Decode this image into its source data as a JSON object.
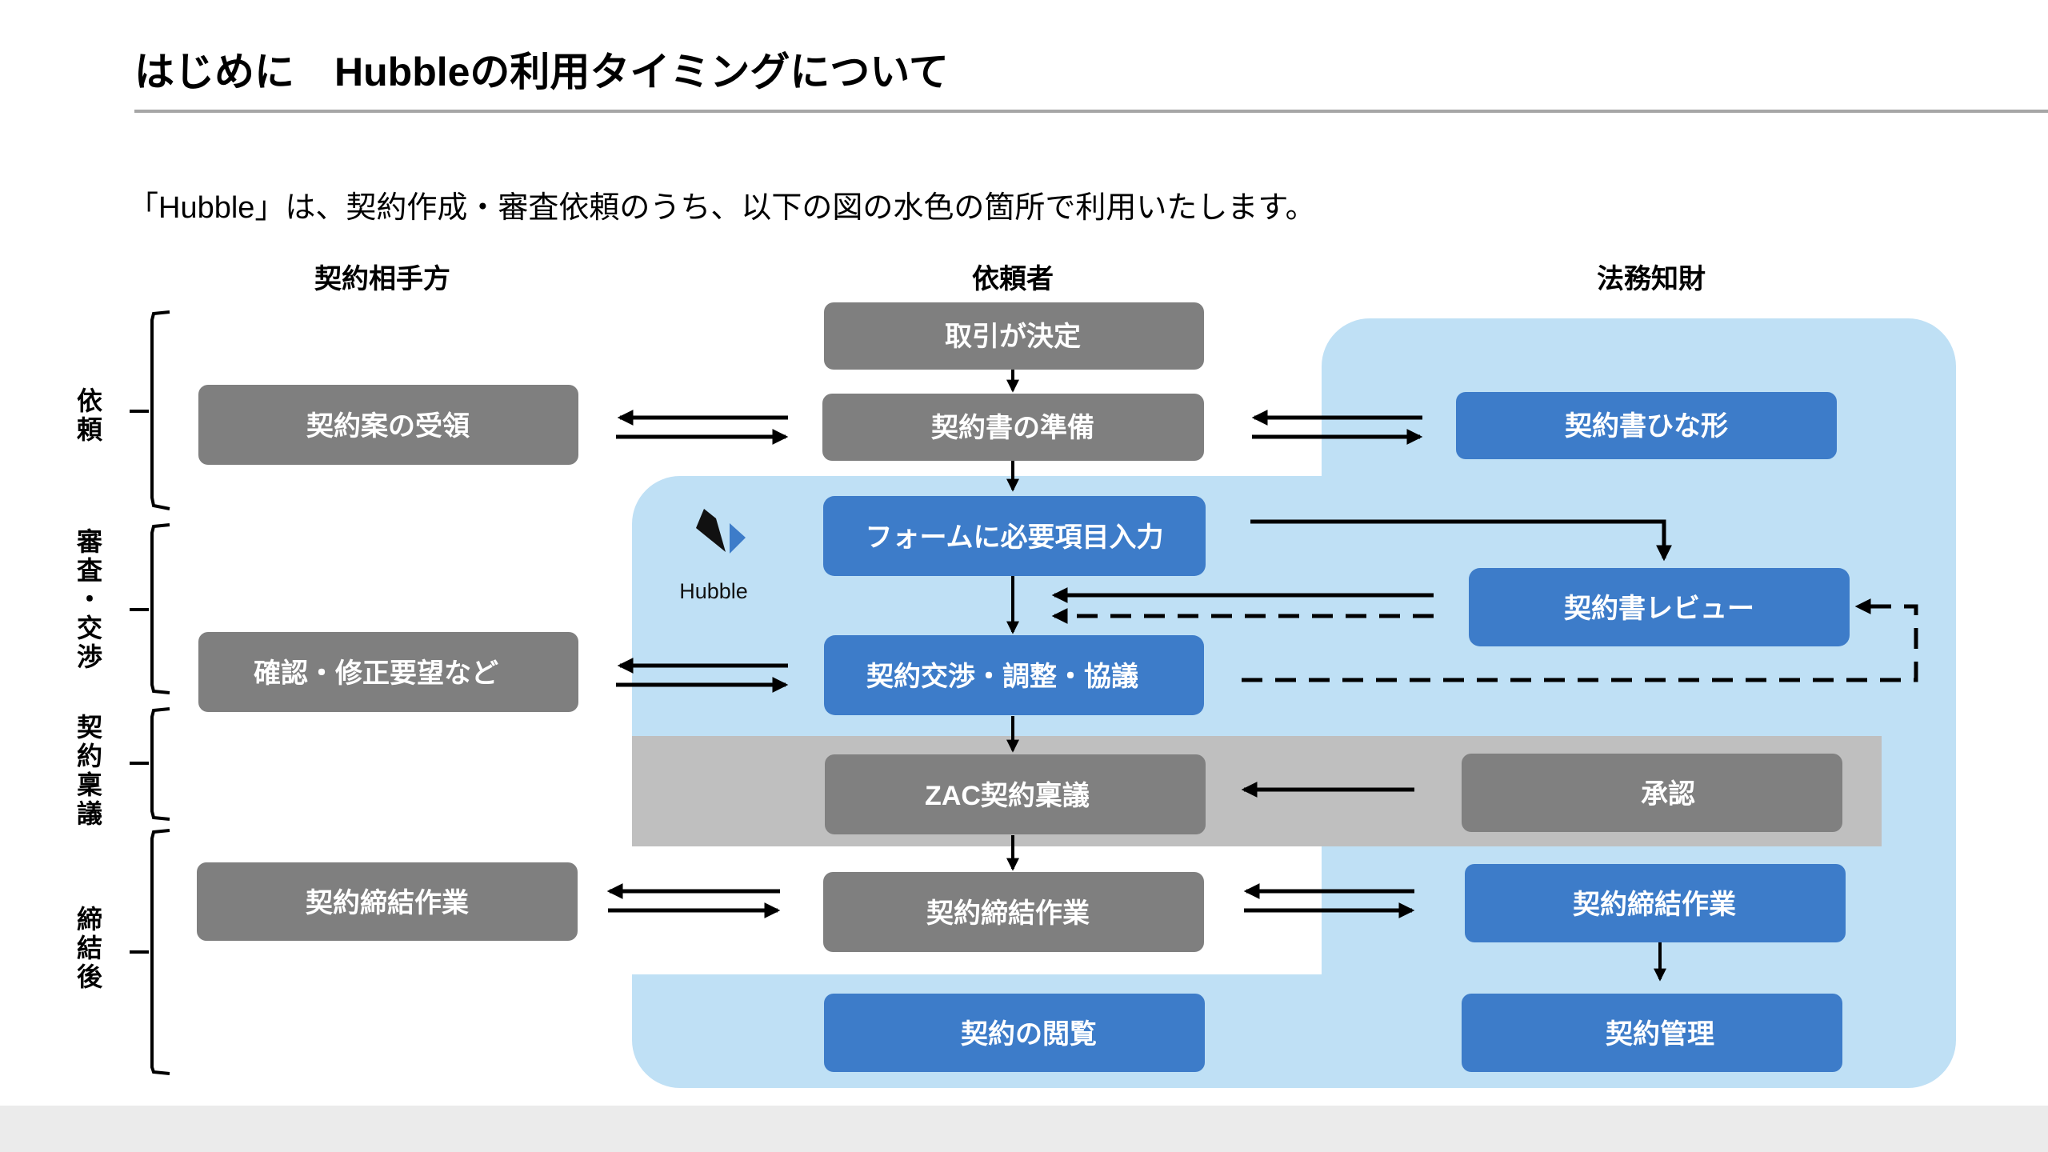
{
  "slide": {
    "title": "はじめに　Hubbleの利用タイミングについて",
    "subtitle": "「Hubble」は、契約作成・審査依頼のうち、以下の図の水色の箇所で利用いたします。"
  },
  "colors": {
    "blue_box": "#3d7cc9",
    "blue_panel": "#bfe0f5",
    "gray_box": "#7f7f7f",
    "gray_band": "#bfbfbf",
    "gray_band_box": "#808080",
    "rule": "#a6a6a6",
    "text_dark": "#000000",
    "text_light": "#ffffff",
    "footer": "#ebebeb",
    "logo_black": "#111111",
    "logo_blue": "#3d7cc9"
  },
  "columns": [
    {
      "id": "counterparty",
      "label": "契約相手方"
    },
    {
      "id": "requester",
      "label": "依頼者"
    },
    {
      "id": "legal",
      "label": "法務知財"
    }
  ],
  "phases": [
    {
      "id": "request",
      "label": "依頼"
    },
    {
      "id": "review",
      "label": "審査・交渉"
    },
    {
      "id": "approval",
      "label": "契約稟議"
    },
    {
      "id": "postsign",
      "label": "締結後"
    }
  ],
  "logo": {
    "name": "Hubble",
    "caption": "Hubble"
  },
  "boxes": [
    {
      "id": "deal-decided",
      "label": "取引が決定",
      "column": "requester",
      "style": "gray"
    },
    {
      "id": "contract-receive",
      "label": "契約案の受領",
      "column": "counterparty",
      "style": "gray"
    },
    {
      "id": "contract-prepare",
      "label": "契約書の準備",
      "column": "requester",
      "style": "gray"
    },
    {
      "id": "contract-template",
      "label": "契約書ひな形",
      "column": "legal",
      "style": "blue"
    },
    {
      "id": "form-input",
      "label": "フォームに必要項目入力",
      "column": "requester",
      "style": "blue"
    },
    {
      "id": "contract-review",
      "label": "契約書レビュー",
      "column": "legal",
      "style": "blue"
    },
    {
      "id": "confirm-request",
      "label": "確認・修正要望など",
      "column": "counterparty",
      "style": "gray"
    },
    {
      "id": "negotiation",
      "label": "契約交渉・調整・協議",
      "column": "requester",
      "style": "blue"
    },
    {
      "id": "zac-approval",
      "label": "ZAC契約稟議",
      "column": "requester",
      "style": "gray-band"
    },
    {
      "id": "approve",
      "label": "承認",
      "column": "legal",
      "style": "gray-band"
    },
    {
      "id": "sign-counterparty",
      "label": "契約締結作業",
      "column": "counterparty",
      "style": "gray"
    },
    {
      "id": "sign-requester",
      "label": "契約締結作業",
      "column": "requester",
      "style": "gray"
    },
    {
      "id": "sign-legal",
      "label": "契約締結作業",
      "column": "legal",
      "style": "blue"
    },
    {
      "id": "contract-view",
      "label": "契約の閲覧",
      "column": "requester",
      "style": "blue"
    },
    {
      "id": "contract-manage",
      "label": "契約管理",
      "column": "legal",
      "style": "blue"
    }
  ]
}
